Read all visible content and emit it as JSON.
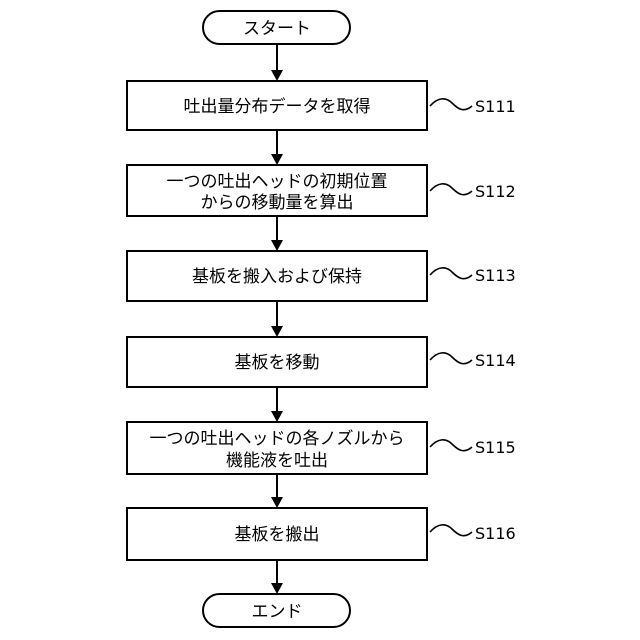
{
  "start": {
    "label": "スタート"
  },
  "steps": [
    {
      "id": "S111",
      "lines": [
        "吐出量分布データを取得"
      ]
    },
    {
      "id": "S112",
      "lines": [
        "一つの吐出ヘッドの初期位置",
        "からの移動量を算出"
      ]
    },
    {
      "id": "S113",
      "lines": [
        "基板を搬入および保持"
      ]
    },
    {
      "id": "S114",
      "lines": [
        "基板を移動"
      ]
    },
    {
      "id": "S115",
      "lines": [
        "一つの吐出ヘッドの各ノズルから",
        "機能液を吐出"
      ]
    },
    {
      "id": "S116",
      "lines": [
        "基板を搬出"
      ]
    }
  ],
  "end": {
    "label": "エンド"
  }
}
